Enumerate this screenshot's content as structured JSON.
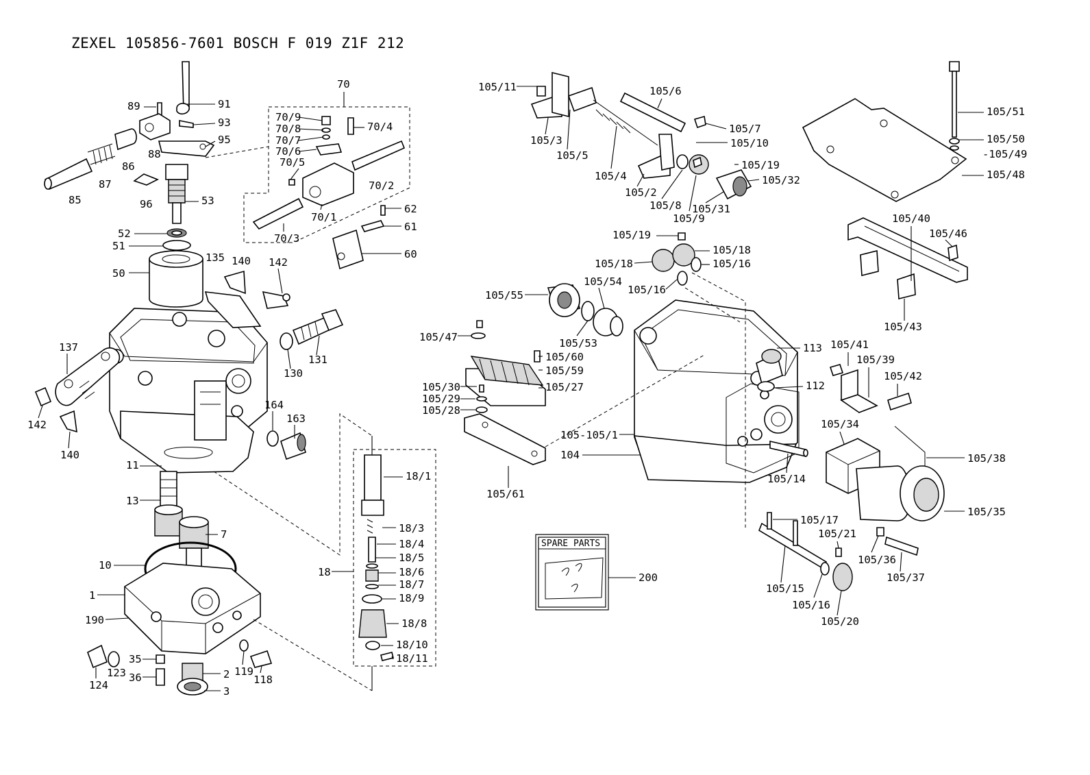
{
  "title": "ZEXEL  105856-7601  BOSCH  F 019 Z1F 212",
  "spare_parts_label": "SPARE PARTS",
  "labels": [
    {
      "id": "91",
      "text": "91"
    },
    {
      "id": "89",
      "text": "89"
    },
    {
      "id": "93",
      "text": "93"
    },
    {
      "id": "95",
      "text": "95"
    },
    {
      "id": "88",
      "text": "88"
    },
    {
      "id": "86",
      "text": "86"
    },
    {
      "id": "87",
      "text": "87"
    },
    {
      "id": "85",
      "text": "85"
    },
    {
      "id": "96",
      "text": "96"
    },
    {
      "id": "53",
      "text": "53"
    },
    {
      "id": "52",
      "text": "52"
    },
    {
      "id": "51",
      "text": "51"
    },
    {
      "id": "50",
      "text": "50"
    },
    {
      "id": "135",
      "text": "135"
    },
    {
      "id": "140a",
      "text": "140"
    },
    {
      "id": "142a",
      "text": "142"
    },
    {
      "id": "137",
      "text": "137"
    },
    {
      "id": "131",
      "text": "131"
    },
    {
      "id": "130",
      "text": "130"
    },
    {
      "id": "142b",
      "text": "142"
    },
    {
      "id": "140b",
      "text": "140"
    },
    {
      "id": "164",
      "text": "164"
    },
    {
      "id": "163",
      "text": "163"
    },
    {
      "id": "11",
      "text": "11"
    },
    {
      "id": "13",
      "text": "13"
    },
    {
      "id": "7",
      "text": "7"
    },
    {
      "id": "10",
      "text": "10"
    },
    {
      "id": "1",
      "text": "1"
    },
    {
      "id": "190",
      "text": "190"
    },
    {
      "id": "124",
      "text": "124"
    },
    {
      "id": "123",
      "text": "123"
    },
    {
      "id": "35",
      "text": "35"
    },
    {
      "id": "36",
      "text": "36"
    },
    {
      "id": "2",
      "text": "2"
    },
    {
      "id": "3",
      "text": "3"
    },
    {
      "id": "119",
      "text": "119"
    },
    {
      "id": "118",
      "text": "118"
    },
    {
      "id": "70",
      "text": "70"
    },
    {
      "id": "70_9",
      "text": "70/9"
    },
    {
      "id": "70_8",
      "text": "70/8"
    },
    {
      "id": "70_7",
      "text": "70/7"
    },
    {
      "id": "70_6",
      "text": "70/6"
    },
    {
      "id": "70_5",
      "text": "70/5"
    },
    {
      "id": "70_4",
      "text": "70/4"
    },
    {
      "id": "70_2",
      "text": "70/2"
    },
    {
      "id": "70_1",
      "text": "70/1"
    },
    {
      "id": "70_3",
      "text": "70/3"
    },
    {
      "id": "62",
      "text": "62"
    },
    {
      "id": "61",
      "text": "61"
    },
    {
      "id": "60",
      "text": "60"
    },
    {
      "id": "18",
      "text": "18"
    },
    {
      "id": "18_1",
      "text": "18/1"
    },
    {
      "id": "18_3",
      "text": "18/3"
    },
    {
      "id": "18_4",
      "text": "18/4"
    },
    {
      "id": "18_5",
      "text": "18/5"
    },
    {
      "id": "18_6",
      "text": "18/6"
    },
    {
      "id": "18_7",
      "text": "18/7"
    },
    {
      "id": "18_9",
      "text": "18/9"
    },
    {
      "id": "18_8",
      "text": "18/8"
    },
    {
      "id": "18_10",
      "text": "18/10"
    },
    {
      "id": "18_11",
      "text": "18/11"
    },
    {
      "id": "105_11",
      "text": "105/11"
    },
    {
      "id": "105_6",
      "text": "105/6"
    },
    {
      "id": "105_7",
      "text": "105/7"
    },
    {
      "id": "105_3",
      "text": "105/3"
    },
    {
      "id": "105_10",
      "text": "105/10"
    },
    {
      "id": "105_5",
      "text": "105/5"
    },
    {
      "id": "105_19a",
      "text": "105/19"
    },
    {
      "id": "105_4",
      "text": "105/4"
    },
    {
      "id": "105_32",
      "text": "105/32"
    },
    {
      "id": "105_2",
      "text": "105/2"
    },
    {
      "id": "105_8",
      "text": "105/8"
    },
    {
      "id": "105_9",
      "text": "105/9"
    },
    {
      "id": "105_31",
      "text": "105/31"
    },
    {
      "id": "105_19b",
      "text": "105/19"
    },
    {
      "id": "105_18a",
      "text": "105/18"
    },
    {
      "id": "105_18b",
      "text": "105/18"
    },
    {
      "id": "105_16a",
      "text": "105/16"
    },
    {
      "id": "105_54",
      "text": "105/54"
    },
    {
      "id": "105_16b",
      "text": "105/16"
    },
    {
      "id": "105_55",
      "text": "105/55"
    },
    {
      "id": "105_47",
      "text": "105/47"
    },
    {
      "id": "105_53",
      "text": "105/53"
    },
    {
      "id": "105_60",
      "text": "105/60"
    },
    {
      "id": "105_59",
      "text": "105/59"
    },
    {
      "id": "105_30",
      "text": "105/30"
    },
    {
      "id": "105_27",
      "text": "105/27"
    },
    {
      "id": "105_29",
      "text": "105/29"
    },
    {
      "id": "105_28",
      "text": "105/28"
    },
    {
      "id": "105_105_1",
      "text": "105-105/1"
    },
    {
      "id": "104",
      "text": "104"
    },
    {
      "id": "105_61",
      "text": "105/61"
    },
    {
      "id": "113",
      "text": "113"
    },
    {
      "id": "112",
      "text": "112"
    },
    {
      "id": "105_14",
      "text": "105/14"
    },
    {
      "id": "105_51",
      "text": "105/51"
    },
    {
      "id": "105_50",
      "text": "105/50"
    },
    {
      "id": "105_49",
      "text": "-105/49"
    },
    {
      "id": "105_48",
      "text": "105/48"
    },
    {
      "id": "105_40",
      "text": "105/40"
    },
    {
      "id": "105_46",
      "text": "105/46"
    },
    {
      "id": "105_43",
      "text": "105/43"
    },
    {
      "id": "105_41",
      "text": "105/41"
    },
    {
      "id": "105_39",
      "text": "105/39"
    },
    {
      "id": "105_42",
      "text": "105/42"
    },
    {
      "id": "105_34",
      "text": "105/34"
    },
    {
      "id": "105_38",
      "text": "105/38"
    },
    {
      "id": "105_35",
      "text": "105/35"
    },
    {
      "id": "105_17",
      "text": "105/17"
    },
    {
      "id": "105_21",
      "text": "105/21"
    },
    {
      "id": "105_36",
      "text": "105/36"
    },
    {
      "id": "105_37",
      "text": "105/37"
    },
    {
      "id": "105_15",
      "text": "105/15"
    },
    {
      "id": "105_16c",
      "text": "105/16"
    },
    {
      "id": "105_20",
      "text": "105/20"
    },
    {
      "id": "200",
      "text": "200"
    }
  ]
}
